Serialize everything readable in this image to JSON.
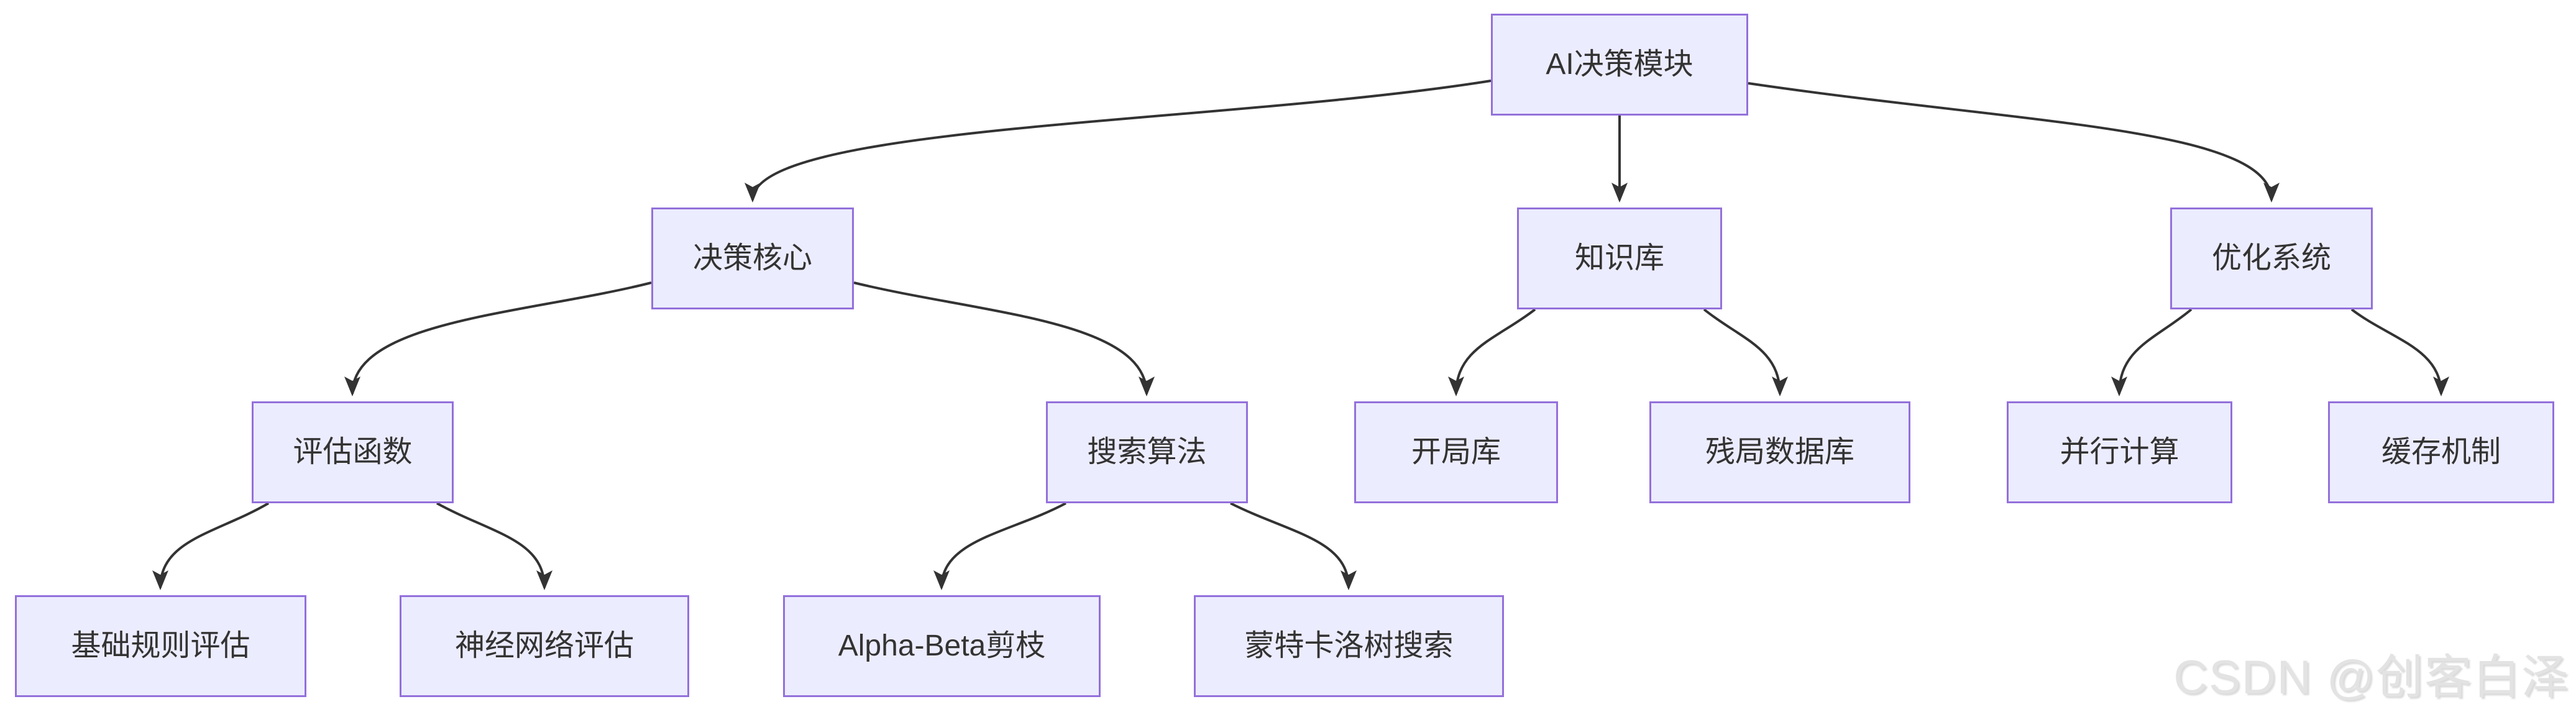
{
  "page": {
    "background": "#ffffff"
  },
  "diagram": {
    "type": "flowchart",
    "direction": "top-down",
    "colors": {
      "node_fill": "#ECECFF",
      "node_border": "#9370DB",
      "node_text": "#333333",
      "edge_stroke": "#333333"
    },
    "nodes": [
      {
        "id": "ai-decision-module",
        "label": "AI决策模块"
      },
      {
        "id": "decision-core",
        "label": "决策核心"
      },
      {
        "id": "knowledge-base",
        "label": "知识库"
      },
      {
        "id": "optimization-system",
        "label": "优化系统"
      },
      {
        "id": "evaluation-function",
        "label": "评估函数"
      },
      {
        "id": "search-algorithm",
        "label": "搜索算法"
      },
      {
        "id": "opening-book",
        "label": "开局库"
      },
      {
        "id": "endgame-database",
        "label": "残局数据库"
      },
      {
        "id": "parallel-computing",
        "label": "并行计算"
      },
      {
        "id": "cache-mechanism",
        "label": "缓存机制"
      },
      {
        "id": "basic-rule-eval",
        "label": "基础规则评估"
      },
      {
        "id": "neural-network-eval",
        "label": "神经网络评估"
      },
      {
        "id": "alpha-beta-pruning",
        "label": "Alpha-Beta剪枝"
      },
      {
        "id": "monte-carlo-tree-search",
        "label": "蒙特卡洛树搜索"
      }
    ],
    "edges": [
      {
        "from": "AI决策模块",
        "to": "决策核心"
      },
      {
        "from": "AI决策模块",
        "to": "知识库"
      },
      {
        "from": "AI决策模块",
        "to": "优化系统"
      },
      {
        "from": "决策核心",
        "to": "评估函数"
      },
      {
        "from": "决策核心",
        "to": "搜索算法"
      },
      {
        "from": "知识库",
        "to": "开局库"
      },
      {
        "from": "知识库",
        "to": "残局数据库"
      },
      {
        "from": "优化系统",
        "to": "并行计算"
      },
      {
        "from": "优化系统",
        "to": "缓存机制"
      },
      {
        "from": "评估函数",
        "to": "基础规则评估"
      },
      {
        "from": "评估函数",
        "to": "神经网络评估"
      },
      {
        "from": "搜索算法",
        "to": "Alpha-Beta剪枝"
      },
      {
        "from": "搜索算法",
        "to": "蒙特卡洛树搜索"
      }
    ]
  },
  "watermark": {
    "text": "CSDN @创客白泽",
    "color": "#e3e3e3"
  }
}
